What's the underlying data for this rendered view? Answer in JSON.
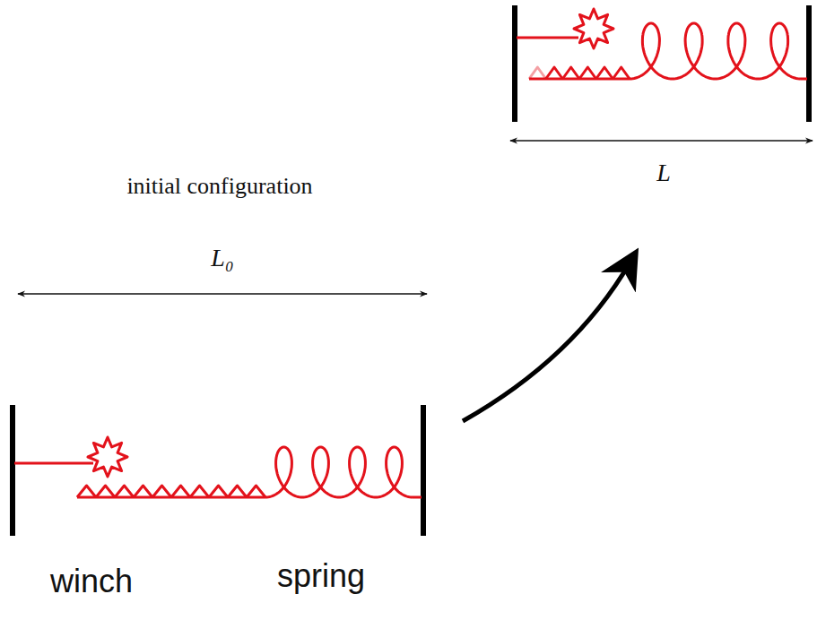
{
  "diagram": {
    "labels": [
      "initial configuration",
      "L₀",
      "L",
      "winch",
      "spring"
    ]
  }
}
